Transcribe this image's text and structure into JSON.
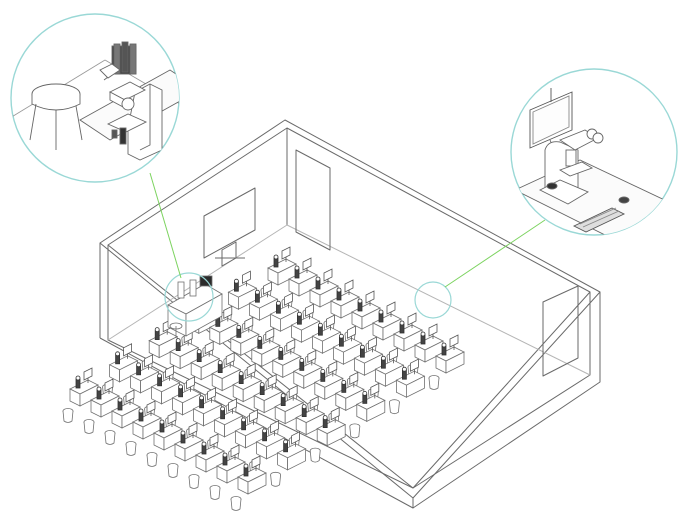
{
  "colors": {
    "line": "#6a6a6a",
    "line_light": "#9a9a9a",
    "callout_ring": "#9ad8d6",
    "leader": "#7cd35f",
    "screen": "#2b2b2b",
    "background": "#ffffff"
  },
  "icons": {
    "left_callout": "teacher-microscope-with-camera-and-stool",
    "right_callout": "student-microscope-with-monitor-and-keyboard"
  },
  "layout_info": {
    "student_grid_rows": 6,
    "student_grid_cols": 9
  }
}
